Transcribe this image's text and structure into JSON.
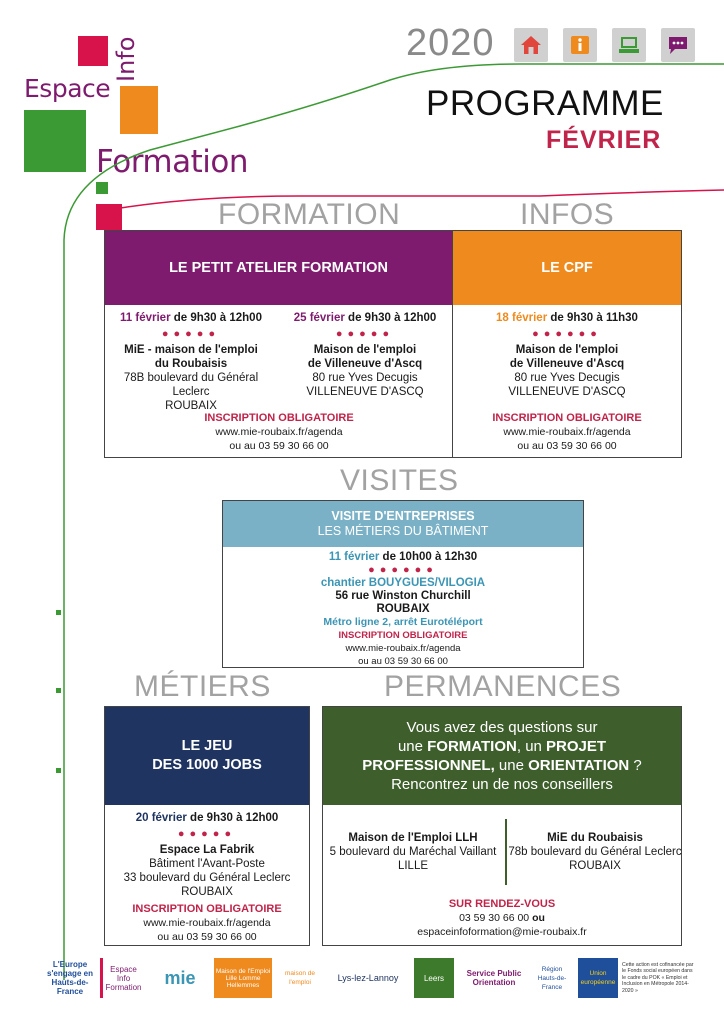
{
  "logo": {
    "espace": "Espace",
    "info": "Info",
    "formation": "Formation"
  },
  "header": {
    "year": "2020",
    "title": "PROGRAMME",
    "month": "FÉVRIER",
    "icons": [
      "home-icon",
      "info-icon",
      "computer-icon",
      "chat-icon"
    ],
    "icon_colors": [
      "#e0463c",
      "#ee8a1e",
      "#3c9a35",
      "#7e1b6e"
    ]
  },
  "sections": {
    "formation": "FORMATION",
    "infos": "INFOS",
    "visites": "VISITES",
    "metiers": "MÉTIERS",
    "permanences": "PERMANENCES"
  },
  "atelier": {
    "title": "LE PETIT ATELIER FORMATION",
    "color": "#7e1b6e",
    "left": {
      "date_colored": "11 février",
      "date_rest": " de 9h30 à 12h00",
      "place_line1": "MiE - maison de l'emploi",
      "place_line2": "du Roubaisis",
      "address": "78B boulevard du Général Leclerc",
      "city": "ROUBAIX"
    },
    "right": {
      "date_colored": "25 février",
      "date_rest": " de 9h30 à 12h00",
      "place_line1": "Maison de l'emploi",
      "place_line2": "de Villeneuve d'Ascq",
      "address": "80 rue Yves Decugis",
      "city": "VILLENEUVE D'ASCQ"
    },
    "inscription": "INSCRIPTION OBLIGATOIRE",
    "web": "www.mie-roubaix.fr/agenda",
    "phone": "ou au 03 59 30 66 00"
  },
  "cpf": {
    "title": "LE CPF",
    "color": "#ee8a1e",
    "date_colored": "18 février",
    "date_rest": " de 9h30 à 11h30",
    "place_line1": "Maison de l'emploi",
    "place_line2": "de Villeneuve d'Ascq",
    "address": "80 rue Yves Decugis",
    "city": "VILLENEUVE D'ASCQ",
    "inscription": "INSCRIPTION OBLIGATOIRE",
    "web": "www.mie-roubaix.fr/agenda",
    "phone": "ou au 03 59 30 66 00"
  },
  "visite": {
    "title": "VISITE D'ENTREPRISES",
    "subtitle": "LES MÉTIERS DU BÂTIMENT",
    "color": "#7ab1c6",
    "date_colored": "11 février",
    "date_rest": " de 10h00 à 12h30",
    "site": "chantier BOUYGUES/VILOGIA",
    "address": "56 rue Winston Churchill",
    "city": "ROUBAIX",
    "metro": "Métro ligne 2, arrêt Eurotéléport",
    "inscription": "INSCRIPTION OBLIGATOIRE",
    "web": "www.mie-roubaix.fr/agenda",
    "phone": "ou au 03 59 30 66 00"
  },
  "jeu": {
    "title_line1": "LE JEU",
    "title_line2": "DES 1000 JOBS",
    "color": "#1f3460",
    "date_colored": "20 février",
    "date_rest": " de 9h30 à 12h00",
    "place": "Espace La Fabrik",
    "building": "Bâtiment l'Avant-Poste",
    "address": "33 boulevard du Général Leclerc",
    "city": "ROUBAIX",
    "inscription": "INSCRIPTION OBLIGATOIRE",
    "web": "www.mie-roubaix.fr/agenda",
    "phone": "ou au 03 59 30 66 00"
  },
  "permanences": {
    "color": "#3e5f2c",
    "line1": "Vous avez des questions sur",
    "line2_a": "une ",
    "line2_b": "FORMATION",
    "line2_c": ", un ",
    "line2_d": "PROJET",
    "line3_a": "PROFESSIONNEL,",
    "line3_b": " une ",
    "line3_c": "ORIENTATION",
    "line3_d": " ?",
    "line4": "Rencontrez un de nos conseillers",
    "left": {
      "place": "Maison de l'Emploi LLH",
      "address": "5 boulevard du Maréchal Vaillant",
      "city": "LILLE"
    },
    "right": {
      "place": "MiE du Roubaisis",
      "address": "78b boulevard du Général Leclerc",
      "city": "ROUBAIX"
    },
    "rdv": "SUR RENDEZ-VOUS",
    "phone_num": "03 59 30 66 00",
    "phone_or": " ou",
    "email": "espaceinfoformation@mie-roubaix.fr"
  },
  "footer": {
    "logos": [
      "L'Europe s'engage en Hauts-de-France",
      "Espace Info Formation",
      "mie",
      "Maison de l'Emploi Lille Lomme Hellemmes",
      "maison de l'emploi",
      "Lys-lez-Lannoy",
      "Leers",
      "Service Public Orientation",
      "Région Hauts-de-France",
      "Union européenne"
    ],
    "eu_text": "Cette action est cofinancée par le Fonds social européen dans le cadre du POK « Emploi et Inclusion en Métropole 2014-2020 »"
  }
}
